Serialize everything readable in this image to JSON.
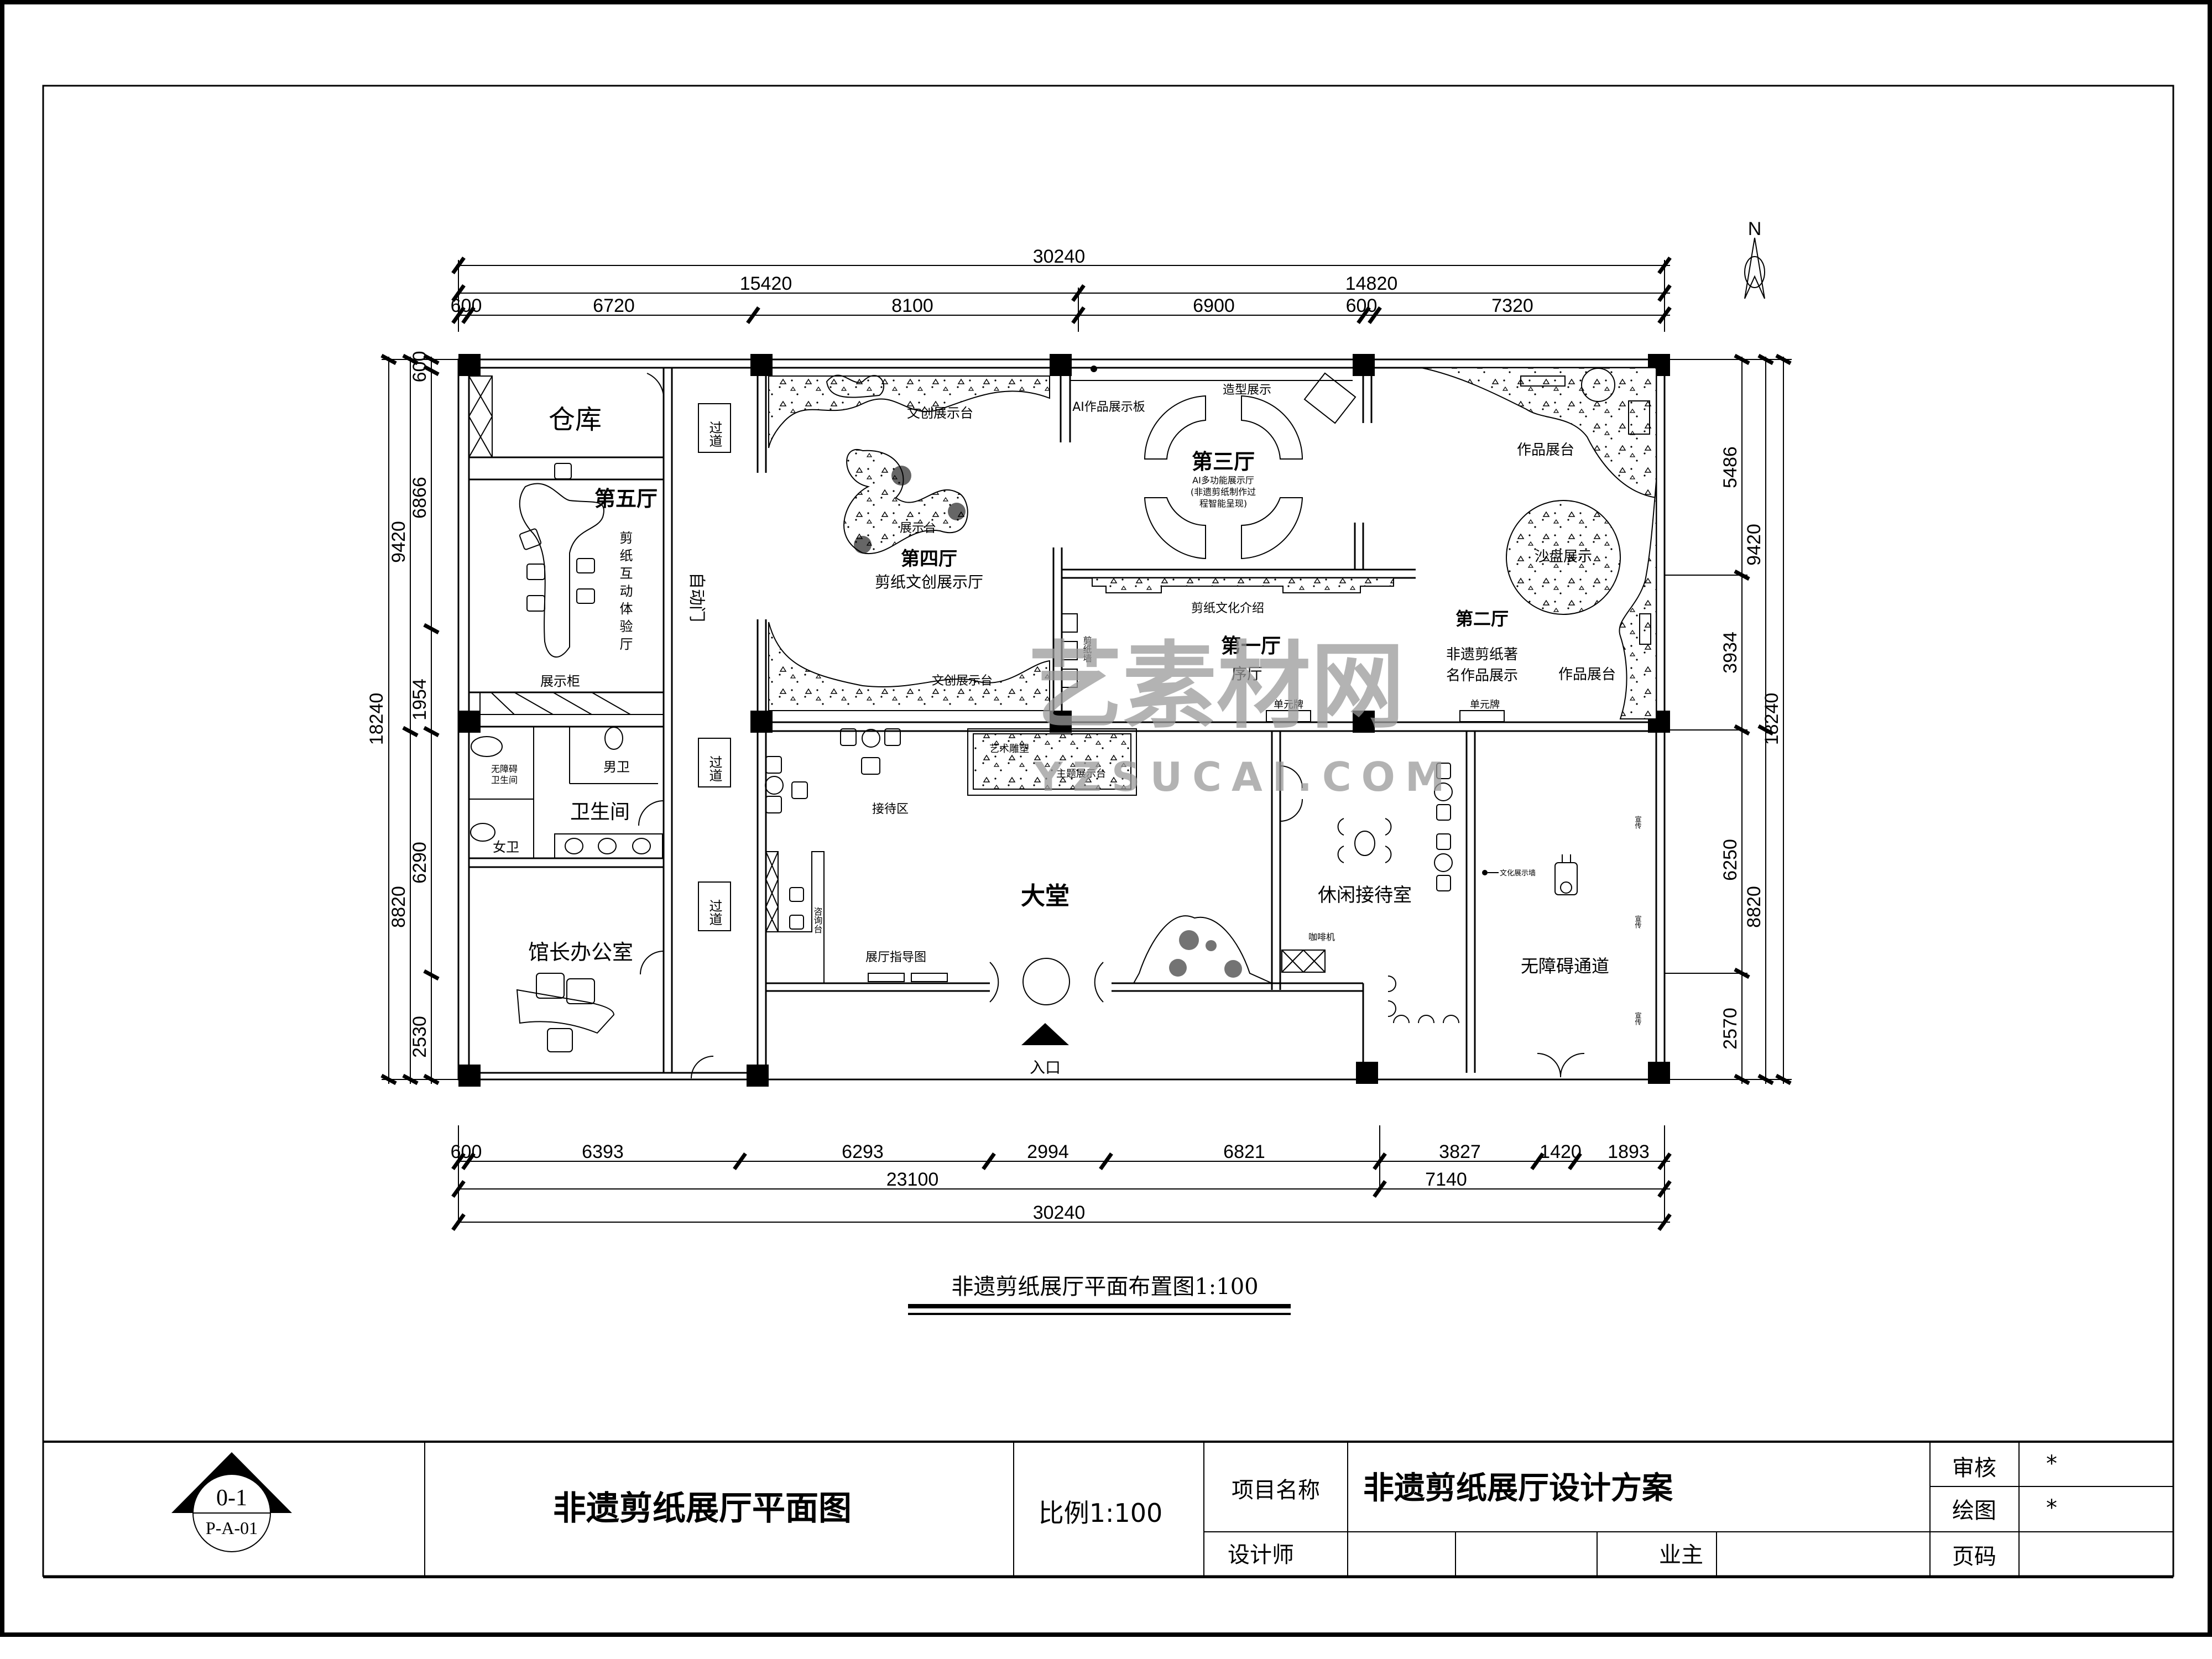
{
  "drawing": {
    "plan_caption": "非遗剪纸展厅平面布置图1:100",
    "north_label": "N",
    "entrance_label": "入口"
  },
  "dimensions": {
    "top_total": "30240",
    "top_sub": [
      "15420",
      "14820"
    ],
    "top_segments": [
      "600",
      "6720",
      "8100",
      "6900",
      "600",
      "7320"
    ],
    "bottom_segments": [
      "600",
      "6393",
      "6293",
      "2994",
      "6821",
      "3827",
      "1420",
      "1893"
    ],
    "bottom_sub": [
      "23100",
      "7140"
    ],
    "bottom_total": "30240",
    "left_total": "18240",
    "left_sub": [
      "9420",
      "8820"
    ],
    "left_segments": [
      "600",
      "6866",
      "1954",
      "6290",
      "2530"
    ],
    "right_total": "18240",
    "right_sub": [
      "9420",
      "8820"
    ],
    "right_segments": [
      "5486",
      "3934",
      "6250",
      "2570"
    ]
  },
  "rooms": {
    "storage": "仓库",
    "hall5_title": "第五厅",
    "hall5_sub": "剪纸互动体验厅",
    "hall5_cabinet": "展示柜",
    "auto_door": "自动门",
    "corridor": "过道",
    "hall4_title": "第四厅",
    "hall4_sub": "剪纸文创展示厅",
    "hall4_platform_top": "文创展示台",
    "hall4_platform_mid": "展示台",
    "hall4_platform_bottom": "文创展示台",
    "ai_board": "AI作品展示板",
    "model_display": "造型展示",
    "hall3_title": "第三厅",
    "hall3_sub1": "AI多功能展示厅",
    "hall3_sub2": "(非遗剪纸制作过",
    "hall3_sub3": "程智能呈现)",
    "culture_intro": "剪纸文化介绍",
    "paper_wall": "剪纸墙",
    "hall1_title": "第一厅",
    "hall1_sub": "序厅",
    "unit_sign": "单元牌",
    "hall2_title": "第二厅",
    "hall2_sub1": "非遗剪纸著",
    "hall2_sub2": "名作品展示",
    "works_platform": "作品展台",
    "sandtable": "沙盘展示",
    "accessible_wc1": "无障碍",
    "accessible_wc2": "卫生间",
    "male_wc": "男卫",
    "female_wc": "女卫",
    "restroom": "卫生间",
    "director_office": "馆长办公室",
    "reception_area": "接待区",
    "art_sculpture": "艺术雕塑",
    "theme_platform": "主题展示台",
    "info_desk": "咨询台",
    "hall_guide": "展厅指导图",
    "lobby": "大堂",
    "lounge": "休闲接待室",
    "coffee_machine": "咖啡机",
    "culture_wall": "文化展示墙",
    "accessible_path": "无障碍通道",
    "poster": "宣传"
  },
  "watermark": {
    "cn": "艺素材网",
    "en": "YZSUCAI.COM"
  },
  "title_block": {
    "index_top": "0-1",
    "index_bottom": "P-A-01",
    "drawing_title": "非遗剪纸展厅平面图",
    "scale": "比例1:100",
    "project_label": "项目名称",
    "project_name": "非遗剪纸展厅设计方案",
    "designer_label": "设计师",
    "designer_value": "",
    "owner_label": "业主",
    "owner_value": "",
    "review_label": "审核",
    "review_value": "*",
    "drawn_label": "绘图",
    "drawn_value": "*",
    "page_label": "页码",
    "page_value": ""
  }
}
